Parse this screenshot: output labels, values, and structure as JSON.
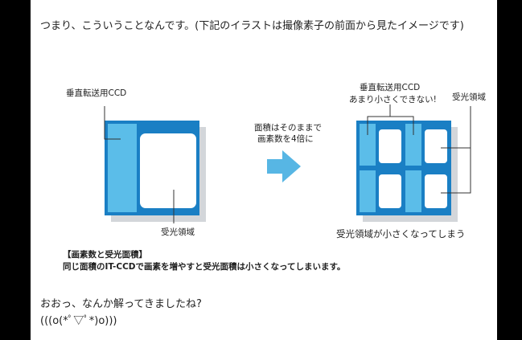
{
  "intro": "つまり、こういうことなんです。(下記のイラストは撮像素子の前面から見たイメージです)",
  "diagram": {
    "left_label": "垂直転送用CCD",
    "left_bottom_label": "受光領域",
    "mid_label_line1": "面積はそのままで",
    "mid_label_line2": "画素数を4倍に",
    "right_label_line1": "垂直転送用CCD",
    "right_label_line2": "あまり小さくできない!",
    "right_side_label": "受光領域",
    "right_bottom_label": "受光領域が小さくなってしまう",
    "colors": {
      "frame": "#1a7fc4",
      "ccd": "#5bbde9",
      "shadow": "#d3d6da",
      "arrow": "#57b6e4"
    }
  },
  "caption": {
    "title": "【画素数と受光面積】",
    "body": "同じ面積のIT-CCDで画素を増やすと受光面積は小さくなってしまいます。"
  },
  "outro": {
    "line1": "おおっ、なんか解ってきましたね?",
    "line2": "(((o(*ﾟ▽ﾟ*)o)))"
  }
}
